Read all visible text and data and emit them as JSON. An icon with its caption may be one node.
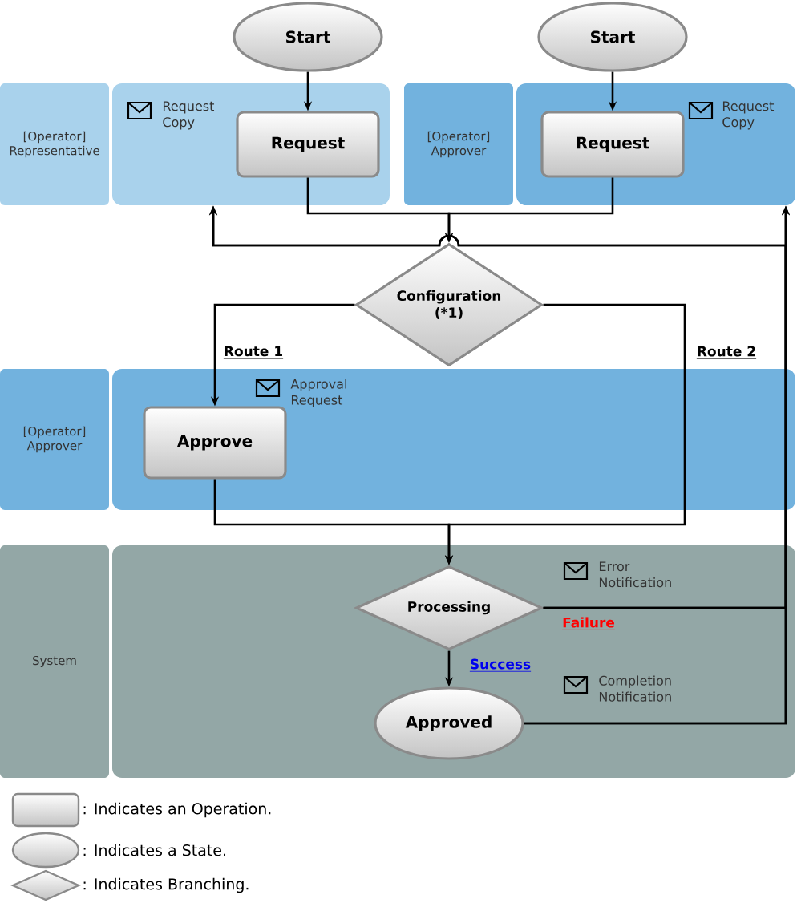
{
  "diagram": {
    "nodes": [
      {
        "text": [
          "Start"
        ]
      },
      {
        "text": [
          "Start"
        ]
      },
      {
        "text": [
          "[Operator] Representative"
        ]
      },
      {
        "text": [],
        "shape": "box"
      },
      {
        "text": [
          "Request"
        ],
        "in": 3
      },
      {
        "text": [
          "[Operator] Approver"
        ]
      },
      {
        "text": [],
        "shape": "box"
      },
      {
        "text": [
          "Request"
        ],
        "in": 6
      },
      {
        "text": [
          "Configuration (*1)"
        ]
      },
      {
        "text": [
          "[Operator] Approver"
        ]
      },
      {
        "text": [],
        "shape": "box"
      },
      {
        "text": [
          "Approve"
        ],
        "in": 10
      },
      {
        "text": [
          "System"
        ]
      },
      {
        "text": [],
        "shape": "box"
      },
      {
        "text": [
          "Processing"
        ],
        "in": 13
      },
      {
        "text": [
          "Approved"
        ],
        "in": 13
      }
    ],
    "edges": [
      {
        "from": 0,
        "to": 4,
        "arrow": "to"
      },
      {
        "from": 1,
        "to": 7,
        "arrow": "to"
      },
      {
        "from": 4,
        "to": 8,
        "arrow": "to"
      },
      {
        "from": 7,
        "to": 8,
        "arrow": "to"
      },
      {
        "from": 8,
        "to": 11,
        "arrow": "to",
        "label": "Route 1"
      },
      {
        "from": 8,
        "to": 14,
        "arrow": "to",
        "label": "Route 2"
      },
      {
        "from": 11,
        "to": 14,
        "arrow": "to"
      },
      {
        "from": 14,
        "to": 15,
        "arrow": "to",
        "label": "Success"
      },
      {
        "from": 14,
        "to": 3,
        "arrow": "to"
      },
      {
        "from": 14,
        "to": 6,
        "arrow": "to",
        "label": "Failure"
      },
      {
        "from": 15,
        "to": 3,
        "arrow": "to"
      },
      {
        "from": 15,
        "to": 6,
        "arrow": "to"
      }
    ],
    "labels": [
      "Request Copy",
      "Request Copy",
      "Approval Request",
      "Error Notification",
      "Completion Notification"
    ],
    "legend": [
      {
        "text": ": Indicates an Operation."
      },
      {
        "text": ": Indicates a State."
      },
      {
        "text": ": Indicates Branching."
      }
    ]
  }
}
